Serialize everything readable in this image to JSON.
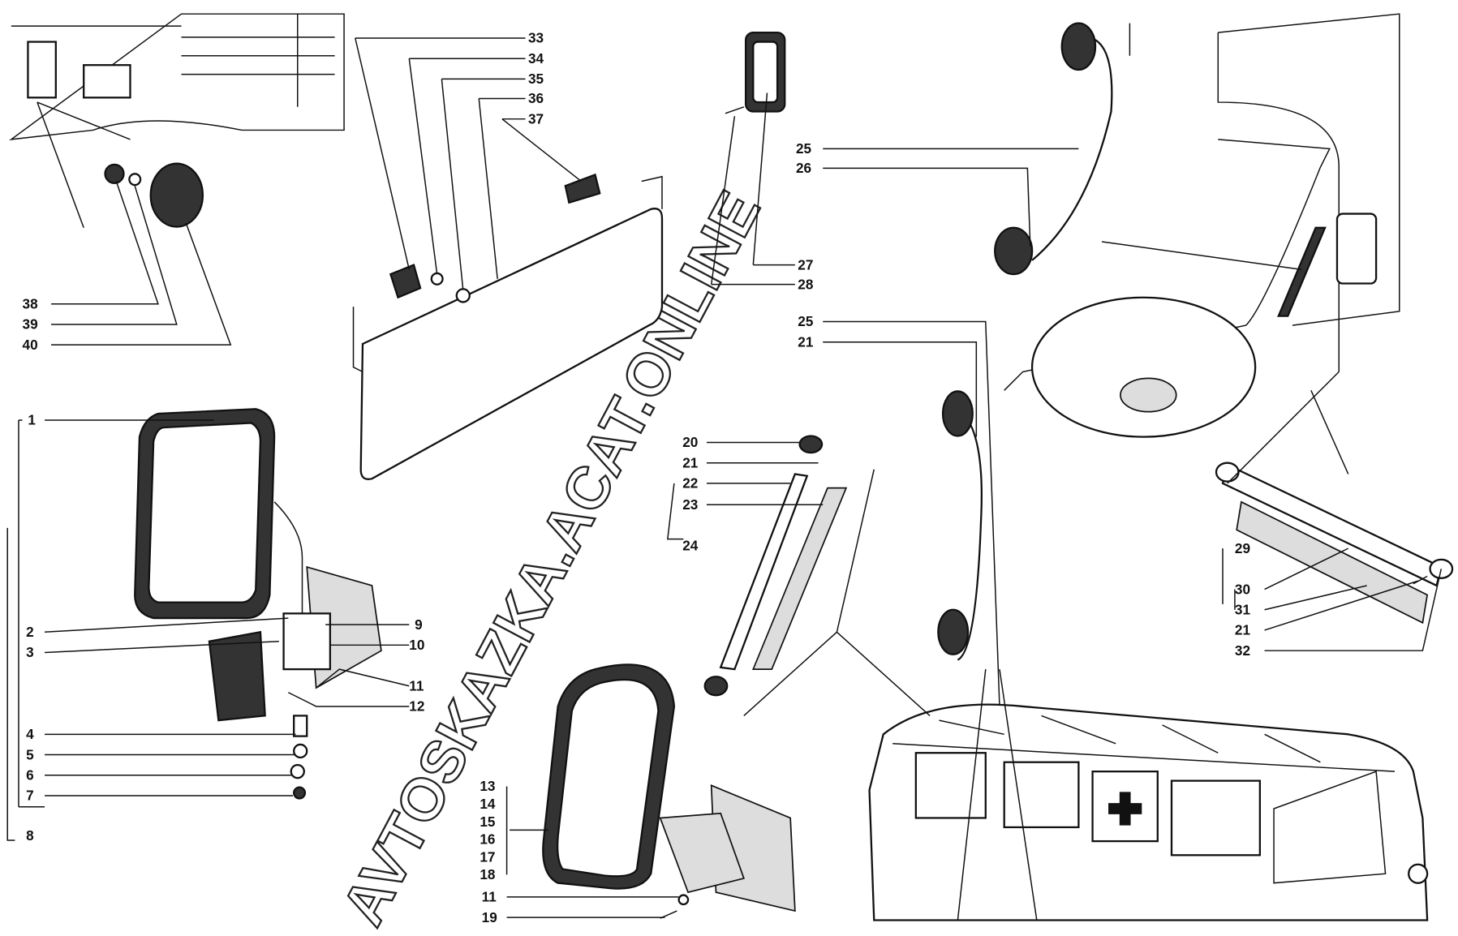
{
  "watermark": "AVTOSKAZKA.ACAT.ONLINE",
  "callouts": {
    "reflector": [
      "38",
      "39",
      "40"
    ],
    "mirror_left": [
      "1",
      "2",
      "3",
      "4",
      "5",
      "6",
      "7",
      "8",
      "9",
      "10",
      "11",
      "12"
    ],
    "sun_visor": [
      "33",
      "34",
      "35",
      "36",
      "37"
    ],
    "interior_handle": [
      "27",
      "28"
    ],
    "grab_handle_top": [
      "25",
      "26"
    ],
    "grab_handle_mid": [
      "25",
      "21"
    ],
    "strip_handle": [
      "20",
      "21",
      "22",
      "23",
      "24"
    ],
    "mirror_right": [
      "13",
      "14",
      "15",
      "16",
      "17",
      "18",
      "11",
      "19"
    ],
    "vent_grille": [
      "29",
      "30",
      "31",
      "21",
      "32"
    ]
  }
}
